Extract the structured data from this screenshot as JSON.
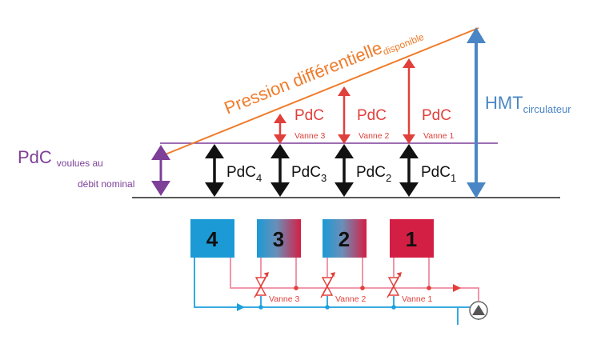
{
  "colors": {
    "line": "#f07b2a",
    "purple": "#7d3f98",
    "red": "#e0403b",
    "blue": "#4a86c5",
    "unit_blue": "#1b9ad6",
    "unit_red": "#d41f45",
    "return_pipe": "#f08aa0",
    "supply_pipe": "#1ea0dc",
    "black": "#111111"
  },
  "diagram": {
    "slope_label": {
      "main": "Pression différentielle",
      "sub": "disponible"
    },
    "hmt": {
      "main": "HMT",
      "sub": "circulateur"
    },
    "desired": {
      "main": "PdC",
      "sub1": "voulues au",
      "sub2": "débit nominal"
    },
    "pdc_arrows": [
      {
        "main": "PdC",
        "sub": "4"
      },
      {
        "main": "PdC",
        "sub": "3"
      },
      {
        "main": "PdC",
        "sub": "2"
      },
      {
        "main": "PdC",
        "sub": "1"
      }
    ],
    "valve_arrows": [
      {
        "main": "PdC",
        "sub": "Vanne 3"
      },
      {
        "main": "PdC",
        "sub": "Vanne 2"
      },
      {
        "main": "PdC",
        "sub": "Vanne 1"
      }
    ]
  },
  "units": [
    {
      "number": "4",
      "icon": "terminal-unit-cold"
    },
    {
      "number": "3",
      "icon": "terminal-unit-gradient"
    },
    {
      "number": "2",
      "icon": "terminal-unit-gradient"
    },
    {
      "number": "1",
      "icon": "terminal-unit-hot"
    }
  ],
  "valves": [
    {
      "label": "Vanne 3",
      "icon": "control-valve-icon"
    },
    {
      "label": "Vanne 2",
      "icon": "control-valve-icon"
    },
    {
      "label": "Vanne 1",
      "icon": "control-valve-icon"
    }
  ],
  "pump": {
    "icon": "circulator-pump-icon"
  }
}
